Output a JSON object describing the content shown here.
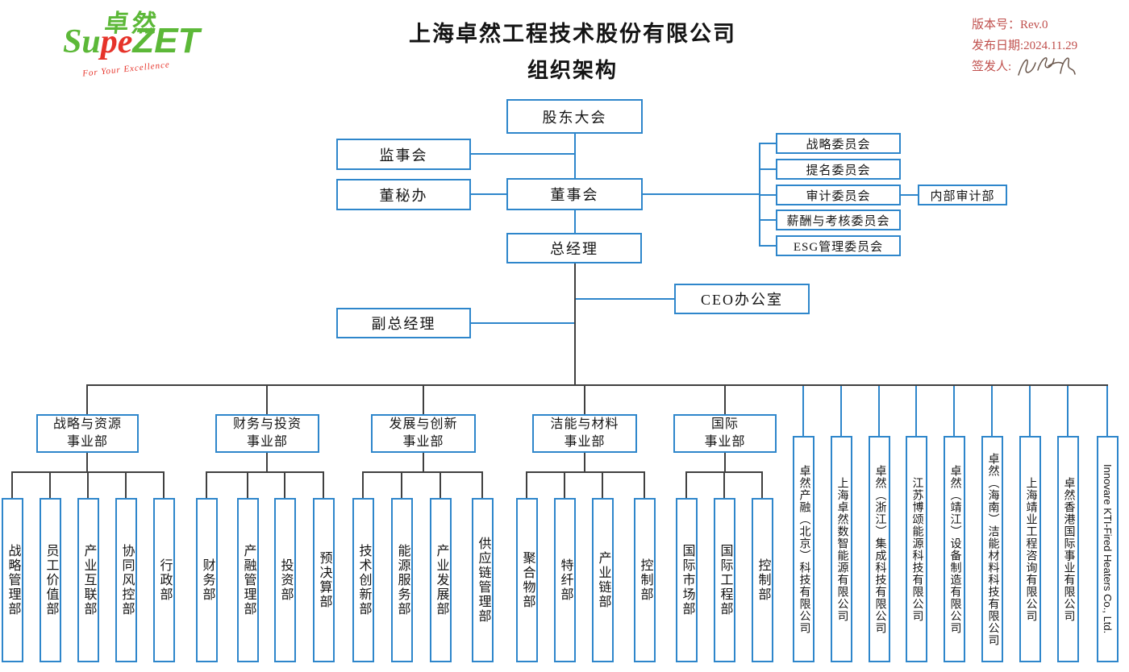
{
  "header": {
    "logo": {
      "cn": "卓然",
      "latin_green": "Su",
      "latin_red": "pe",
      "latin_zet": "ZET",
      "tagline": "For Your Excellence"
    },
    "title_line1": "上海卓然工程技术股份有限公司",
    "title_line2": "组织架构",
    "meta": {
      "version": "版本号：Rev.0",
      "release_date": "发布日期:2024.11.29",
      "signer": "签发人:"
    },
    "colors": {
      "brand_green": "#5cb838",
      "brand_red": "#e6332a",
      "meta_red": "#c0504d",
      "box_border_blue": "#2e86cb",
      "connector_dark": "#404040"
    }
  },
  "chart": {
    "shareholders": "股东大会",
    "supervisory_board": "监事会",
    "board_secretary_office": "董秘办",
    "board_of_directors": "董事会",
    "general_manager": "总经理",
    "ceo_office": "CEO办公室",
    "deputy_general_manager": "副总经理",
    "internal_audit": "内部审计部",
    "committees": [
      "战略委员会",
      "提名委员会",
      "审计委员会",
      "薪酬与考核委员会",
      "ESG管理委员会"
    ],
    "divisions": [
      {
        "line1": "战略与资源",
        "line2": "事业部",
        "departments": [
          "战略管理部",
          "员工价值部",
          "产业互联部",
          "协同风控部",
          "行政部"
        ]
      },
      {
        "line1": "财务与投资",
        "line2": "事业部",
        "departments": [
          "财务部",
          "产融管理部",
          "投资部",
          "预决算部"
        ]
      },
      {
        "line1": "发展与创新",
        "line2": "事业部",
        "departments": [
          "技术创新部",
          "能源服务部",
          "产业发展部",
          "供应链管理部"
        ]
      },
      {
        "line1": "洁能与材料",
        "line2": "事业部",
        "departments": [
          "聚合物部",
          "特纤部",
          "产业链部",
          "控制部"
        ]
      },
      {
        "line1": "国际",
        "line2": "事业部",
        "departments": [
          "国际市场部",
          "国际工程部",
          "控制部"
        ]
      }
    ],
    "subsidiaries": [
      "卓然产融（北京）科技有限公司",
      "上海卓然数智能源有限公司",
      "卓然（浙江）集成科技有限公司",
      "江苏博颂能源科技有限公司",
      "卓然（靖江）设备制造有限公司",
      "卓然（海南）洁能材料科技有限公司",
      "上海靖业工程咨询有限公司",
      "卓然香港国际事业有限公司",
      "Innovare KTI-Fired Heaters Co., Ltd."
    ]
  }
}
